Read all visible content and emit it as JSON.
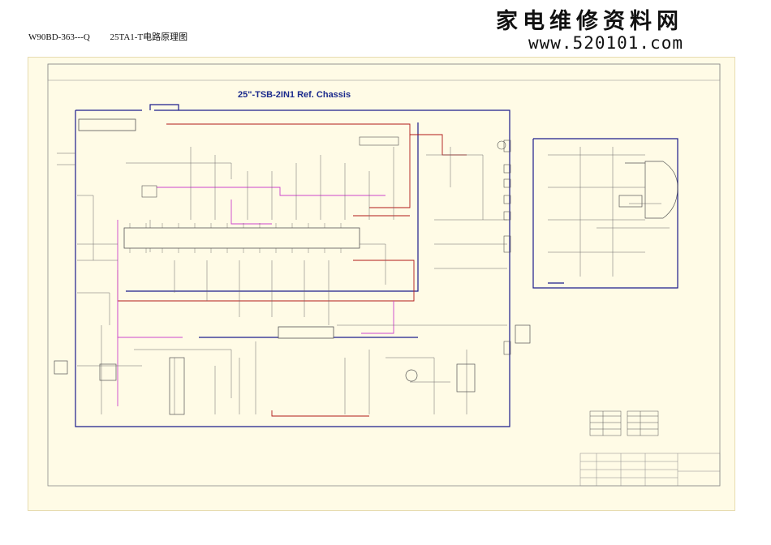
{
  "header": {
    "model": "W90BD-363---Q",
    "chassis_doc": "25TA1-T电路原理图"
  },
  "brand": {
    "name_cn": "家电维修资料网",
    "url": "www.520101.com"
  },
  "schematic": {
    "title": "25\"-TSB-2IN1 Ref. Chassis"
  },
  "colors": {
    "background": "#fffbe6",
    "wire": "#6b6b6b",
    "bus_blue": "#1c1c8c",
    "signal_red": "#b01818",
    "signal_magenta": "#cc44cc",
    "title_blue": "#1b2a8c"
  }
}
